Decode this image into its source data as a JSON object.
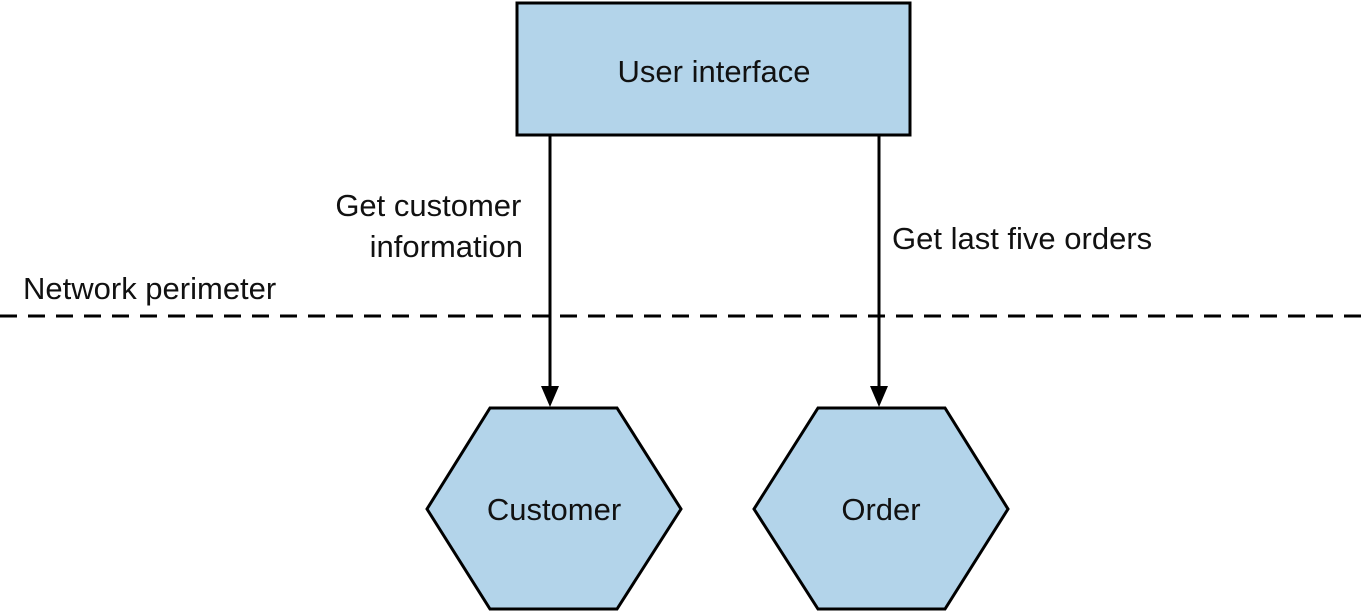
{
  "diagram": {
    "nodes": {
      "user_interface": "User interface",
      "customer": "Customer",
      "order": "Order"
    },
    "edges": {
      "customer_call": [
        "Get customer",
        "information"
      ],
      "order_call": "Get last five orders"
    },
    "network_perimeter": "Network perimeter"
  },
  "colors": {
    "node_fill": "#b3d4ea",
    "stroke": "#000000"
  }
}
